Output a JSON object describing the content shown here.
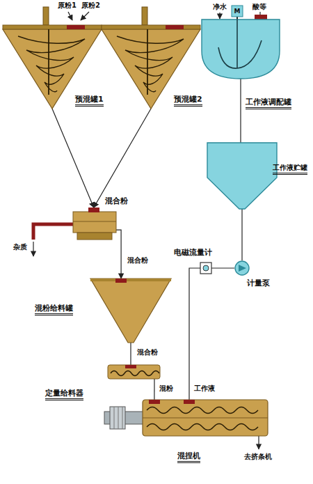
{
  "diagram": {
    "nodes": [
      {
        "text": [
          "预混罐1"
        ]
      },
      {
        "text": [
          "预混罐2"
        ]
      },
      {
        "text": [
          "M"
        ]
      },
      {
        "text": [
          "工作液调配罐"
        ]
      },
      {
        "text": [
          "工作液贮罐"
        ]
      },
      {
        "text": [
          "混合粉"
        ]
      },
      {
        "text": [
          "电磁流量计"
        ]
      },
      {
        "text": [
          "计量泵"
        ]
      },
      {
        "text": [
          "混粉给料罐"
        ]
      },
      {
        "text": [
          "定量给料器"
        ]
      },
      {
        "text": [
          "混捏机"
        ]
      }
    ],
    "edges": [
      {
        "from": 0,
        "to": 5,
        "arrow": "to"
      },
      {
        "from": 1,
        "to": 5,
        "arrow": "to"
      },
      {
        "from": 5,
        "to": 8,
        "label": "混合粉",
        "arrow": "to"
      },
      {
        "from": 8,
        "to": 9,
        "label": "混合粉",
        "arrow": "none"
      },
      {
        "from": 9,
        "to": 10,
        "label": "混粉",
        "arrow": "none"
      },
      {
        "from": 3,
        "to": 4,
        "arrow": "none"
      },
      {
        "from": 4,
        "to": 7,
        "arrow": "none"
      },
      {
        "from": 7,
        "to": 6,
        "arrow": "none"
      },
      {
        "from": 6,
        "to": 10,
        "label": "工作液",
        "arrow": "none"
      }
    ],
    "labels": [
      "原粉1",
      "原粉2",
      "净水",
      "酸等",
      "杂质",
      "去挤条机"
    ]
  }
}
